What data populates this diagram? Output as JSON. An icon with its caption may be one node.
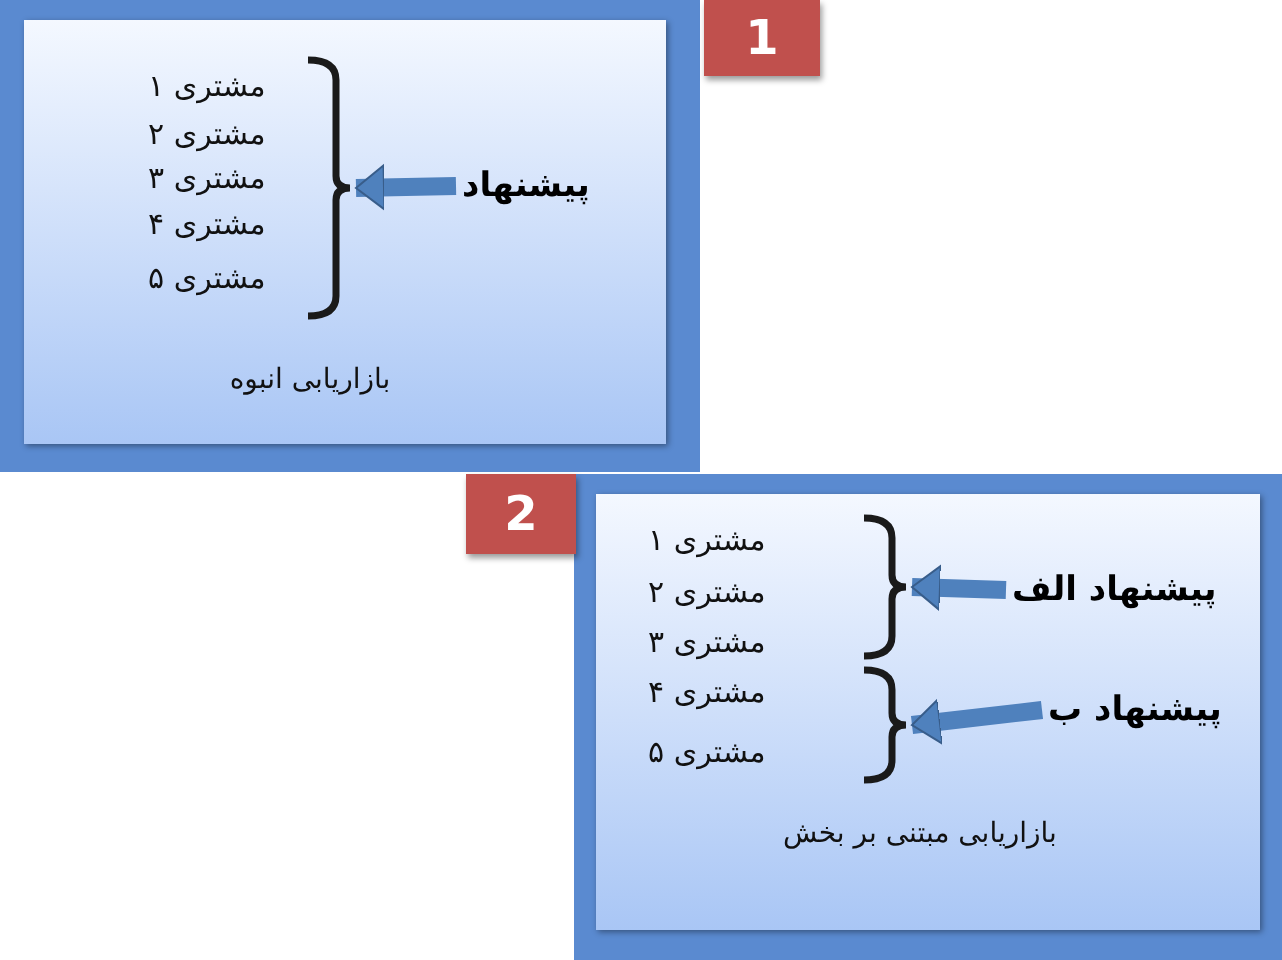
{
  "diagram": {
    "nodes": [
      {
        "text": [
          "بازاریابی انبوه"
        ]
      },
      {
        "text": [],
        "shape": "bracket",
        "in": 0
      },
      {
        "text": [
          "پیشنهاد"
        ],
        "in": 0
      },
      {
        "text": [
          "1"
        ]
      },
      {
        "text": [
          "بازاریابی مبتنی بر بخش"
        ]
      },
      {
        "text": [],
        "shape": "bracket",
        "in": 4
      },
      {
        "text": [],
        "shape": "bracket",
        "in": 4
      },
      {
        "text": [
          "پیشنهاد الف"
        ],
        "in": 4
      },
      {
        "text": [
          "پیشنهاد ب"
        ],
        "in": 4
      },
      {
        "text": [
          "2"
        ]
      }
    ],
    "edges": [
      {
        "from": 2,
        "to": 1,
        "arrow": "to"
      },
      {
        "from": 7,
        "to": 5,
        "arrow": "to"
      },
      {
        "from": 8,
        "to": 6,
        "arrow": "to"
      }
    ],
    "labels": [
      "مشتری ۱",
      "مشتری ۲",
      "مشتری ۳",
      "مشتری ۴",
      "مشتری ۵",
      "مشتری ۱",
      "مشتری ۲",
      "مشتری ۳",
      "مشتری ۴",
      "مشتری ۵"
    ]
  }
}
